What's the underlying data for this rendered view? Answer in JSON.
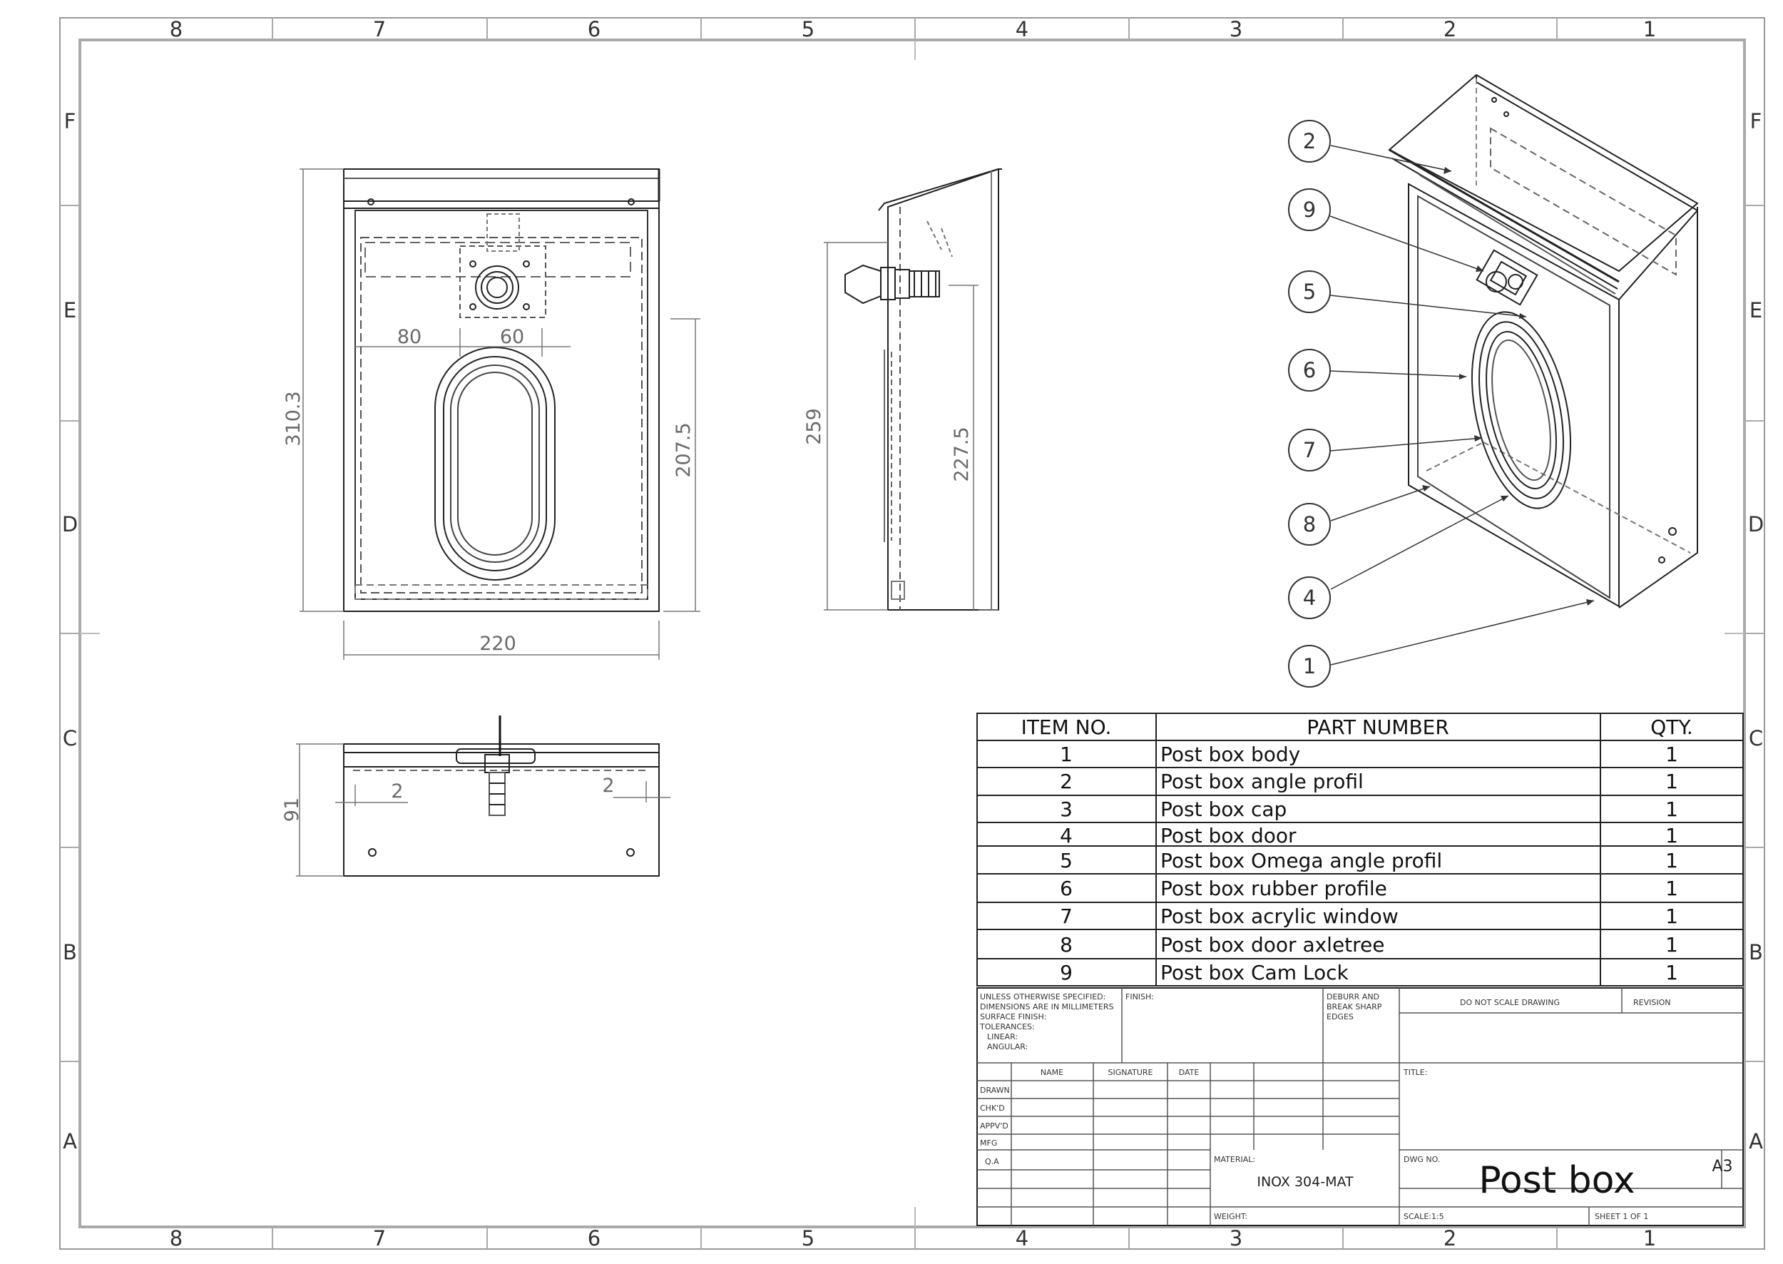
{
  "border": {
    "cols": [
      "8",
      "7",
      "6",
      "5",
      "4",
      "3",
      "2",
      "1"
    ],
    "rows": [
      "F",
      "E",
      "D",
      "C",
      "B",
      "A"
    ]
  },
  "front_view": {
    "height": "310.3",
    "inner_height": "207.5",
    "offset_left": "80",
    "offset_slot": "60",
    "width": "220"
  },
  "side_view": {
    "height": "259",
    "inner_height": "227.5"
  },
  "top_view": {
    "depth": "91",
    "gap_left": "2",
    "gap_right": "2"
  },
  "balloons": [
    "2",
    "9",
    "5",
    "6",
    "7",
    "8",
    "4",
    "1"
  ],
  "bom": {
    "headers": [
      "ITEM NO.",
      "PART NUMBER",
      "QTY."
    ],
    "rows": [
      {
        "item": "1",
        "part": "Post box body",
        "qty": "1"
      },
      {
        "item": "2",
        "part": "Post box angle profil",
        "qty": "1"
      },
      {
        "item": "3",
        "part": "Post box cap",
        "qty": "1"
      },
      {
        "item": "4",
        "part": "Post box door",
        "qty": "1"
      },
      {
        "item": "5",
        "part": "Post box Omega angle profil",
        "qty": "1"
      },
      {
        "item": "6",
        "part": "Post box rubber profile",
        "qty": "1"
      },
      {
        "item": "7",
        "part": "Post box acrylic window",
        "qty": "1"
      },
      {
        "item": "8",
        "part": "Post box door axletree",
        "qty": "1"
      },
      {
        "item": "9",
        "part": "Post box Cam Lock",
        "qty": "1"
      }
    ]
  },
  "title_block": {
    "notes": [
      "UNLESS OTHERWISE SPECIFIED:",
      "DIMENSIONS ARE IN MILLIMETERS",
      "SURFACE FINISH:",
      "TOLERANCES:",
      "LINEAR:",
      "ANGULAR:"
    ],
    "finish_label": "FINISH:",
    "deburr": [
      "DEBURR AND",
      "BREAK SHARP",
      "EDGES"
    ],
    "do_not_scale": "DO NOT SCALE DRAWING",
    "revision_label": "REVISION",
    "sign_headers": [
      "NAME",
      "SIGNATURE",
      "DATE"
    ],
    "sign_rows": [
      "DRAWN",
      "CHK'D",
      "APPV'D",
      "MFG",
      "Q.A"
    ],
    "title_label": "TITLE:",
    "material_label": "MATERIAL:",
    "material": "INOX 304-MAT",
    "dwg_no_label": "DWG NO.",
    "dwg_no": "Post box",
    "size": "A3",
    "weight_label": "WEIGHT:",
    "scale": "SCALE:1:5",
    "sheet": "SHEET 1 OF 1"
  }
}
